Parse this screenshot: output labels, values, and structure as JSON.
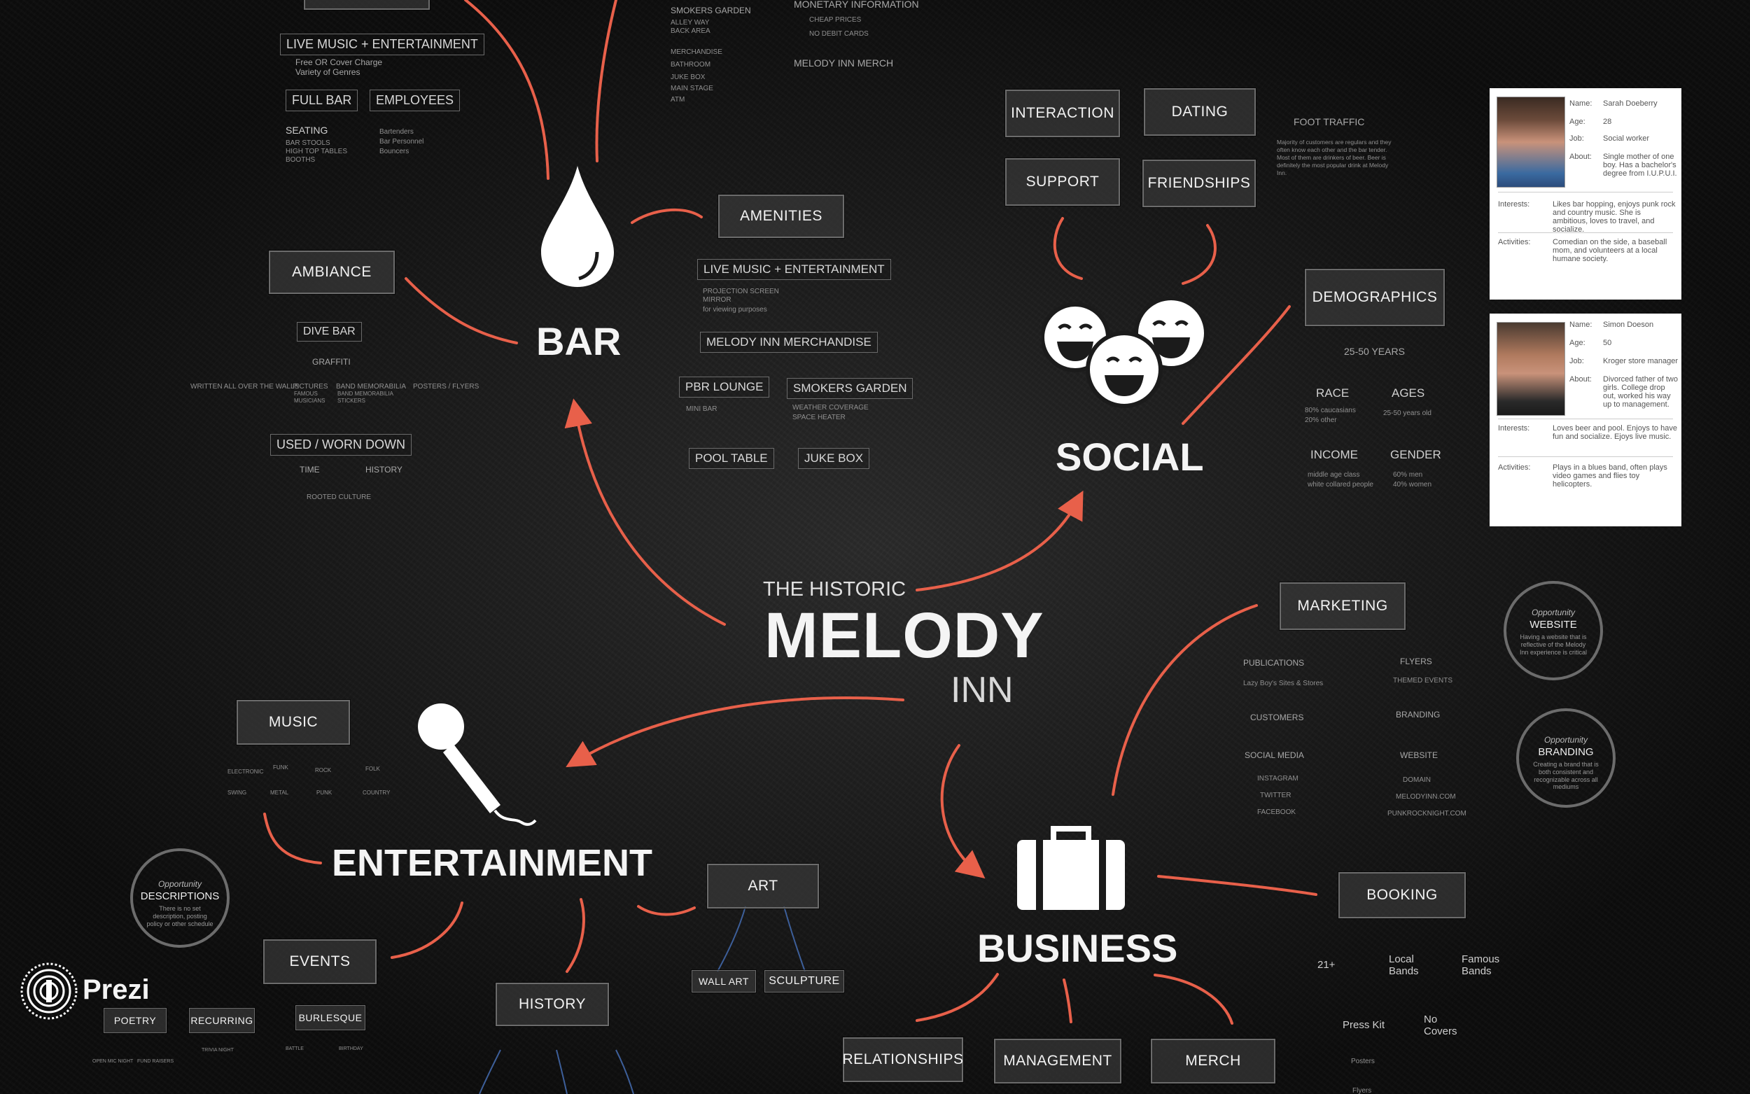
{
  "center": {
    "pre": "THE HISTORIC",
    "main": "MELODY",
    "post": "INN"
  },
  "hubs": {
    "bar": "BAR",
    "social": "SOCIAL",
    "entertainment": "ENTERTAINMENT",
    "business": "BUSINESS"
  },
  "bar": {
    "live_music": "LIVE MUSIC + ENTERTAINMENT",
    "live_music_sub": [
      "Free OR Cover Charge",
      "Variety of Genres"
    ],
    "full_bar": "FULL BAR",
    "employees": "EMPLOYEES",
    "employees_sub": [
      "Bartenders",
      "Bar Personnel",
      "Bouncers"
    ],
    "seating": "SEATING",
    "seating_sub": [
      "BAR STOOLS",
      "HIGH TOP TABLES",
      "BOOTHS"
    ],
    "ambiance": "AMBIANCE",
    "dive_bar": "DIVE BAR",
    "graffiti": "GRAFFITI",
    "graffiti_row": [
      "WRITTEN ALL OVER THE WALLS",
      "PICTURES",
      "BAND MEMORABILIA",
      "POSTERS / FLYERS"
    ],
    "graffiti_row_sub": [
      "FAMOUS",
      "MUSICIANS",
      "BAND MEMORABILIA",
      "STICKERS"
    ],
    "used": "USED / WORN DOWN",
    "time": "TIME",
    "history": "HISTORY",
    "rooted": "ROOTED CULTURE",
    "top_left": [
      "SMOKERS GARDEN",
      "ALLEY WAY",
      "BACK AREA",
      "MERCHANDISE",
      "BATHROOM",
      "JUKE BOX",
      "MAIN STAGE",
      "ATM"
    ],
    "monetary": "MONETARY INFORMATION",
    "monetary_sub": [
      "CHEAP PRICES",
      "NO DEBIT CARDS"
    ],
    "merch_top": "MELODY INN MERCH",
    "amenities": "AMENITIES",
    "am_live": "LIVE MUSIC + ENTERTAINMENT",
    "am_live_sub": [
      "PROJECTION SCREEN",
      "MIRROR",
      "for viewing purposes"
    ],
    "am_merch": "MELODY INN MERCHANDISE",
    "pbr": "PBR LOUNGE",
    "pbr_sub": "MINI BAR",
    "smokers": "SMOKERS GARDEN",
    "smokers_sub": [
      "WEATHER COVERAGE",
      "SPACE HEATER"
    ],
    "pool": "POOL TABLE",
    "juke": "JUKE BOX"
  },
  "social": {
    "interaction": "INTERACTION",
    "dating": "DATING",
    "support": "SUPPORT",
    "friendships": "FRIENDSHIPS",
    "foot_traffic": "FOOT TRAFFIC",
    "foot_traffic_text": "Majority of customers are regulars and they often know each other and the bar tender. Most of them are drinkers of beer. Beer is definitely the most popular drink at Melody Inn.",
    "demographics": "DEMOGRAPHICS",
    "years": "25-50 YEARS",
    "race": "RACE",
    "race_sub": [
      "80% caucasians",
      "20% other"
    ],
    "ages": "AGES",
    "ages_sub": "25-50 years old",
    "income": "INCOME",
    "income_sub": [
      "middle age class",
      "white collared people"
    ],
    "gender": "GENDER",
    "gender_sub": [
      "60% men",
      "40% women"
    ]
  },
  "personas": [
    {
      "name_k": "Name:",
      "name": "Sarah Doeberry",
      "age_k": "Age:",
      "age": "28",
      "job_k": "Job:",
      "job": "Social worker",
      "about_k": "About:",
      "about": "Single mother of one boy. Has a bachelor's degree from I.U.P.U.I.",
      "interests_k": "Interests:",
      "interests": "Likes bar hopping, enjoys punk rock and country music. She is ambitious, loves to travel, and socialize.",
      "activities_k": "Activities:",
      "activities": "Comedian on the side, a baseball mom, and volunteers at a local humane society."
    },
    {
      "name_k": "Name:",
      "name": "Simon Doeson",
      "age_k": "Age:",
      "age": "50",
      "job_k": "Job:",
      "job": "Kroger store manager",
      "about_k": "About:",
      "about": "Divorced father of two girls. College drop out, worked his way up to management.",
      "interests_k": "Interests:",
      "interests": "Loves beer and pool. Enjoys to have fun and socialize. Ejoys live music.",
      "activities_k": "Activities:",
      "activities": "Plays in a blues band, often plays video games and flies toy helicopters."
    }
  ],
  "business": {
    "marketing": "MARKETING",
    "publications": "PUBLICATIONS",
    "publications_sub": "Lazy Boy's Sites & Stores",
    "flyers": "FLYERS",
    "flyers_sub": "THEMED EVENTS",
    "customers": "CUSTOMERS",
    "branding_lbl": "BRANDING",
    "social_media": "SOCIAL MEDIA",
    "social_media_sub": [
      "INSTAGRAM",
      "TWITTER",
      "FACEBOOK"
    ],
    "website_lbl": "WEBSITE",
    "website_sub": [
      "DOMAIN",
      "MELODYINN.COM",
      "PUNKROCKNIGHT.COM"
    ],
    "booking": "BOOKING",
    "b21": "21+",
    "local": "Local Bands",
    "famous": "Famous Bands",
    "press": "Press Kit",
    "nocovers": "No Covers",
    "posters": "Posters",
    "flyers2": "Flyers",
    "relationships": "RELATIONSHIPS",
    "management": "MANAGEMENT",
    "merch": "MERCH"
  },
  "opportunities": {
    "label": "Opportunity",
    "website": "WEBSITE",
    "website_text": "Having a website that is reflective of the Melody Inn experience is critical",
    "branding": "BRANDING",
    "branding_text": "Creating a brand that is both consistent and recognizable across all mediums",
    "descriptions": "DESCRIPTIONS",
    "descriptions_text": "There is no set description, posting policy or other schedule"
  },
  "entertainment": {
    "music": "MUSIC",
    "genres": [
      "ROCK",
      "FOLK",
      "PUNK",
      "COUNTRY",
      "ELECTRONIC",
      "FUNK",
      "METAL",
      "SWING"
    ],
    "events": "EVENTS",
    "poetry": "POETRY",
    "recurring": "RECURRING",
    "burlesque": "BURLESQUE",
    "events_sub": [
      "OPEN MIC NIGHT",
      "FUND RAISERS",
      "BATTLE",
      "TRIVIA NIGHT",
      "BIRTHDAY"
    ],
    "art": "ART",
    "wall_art": "WALL ART",
    "sculpture": "SCULPTURE",
    "history": "HISTORY"
  },
  "brand": {
    "name": "Prezi"
  },
  "colors": {
    "accent": "#e8604a",
    "box_border": "#6b6b6b",
    "box_fill": "#3c3c3c",
    "background": "#1b1b1b",
    "link_blue": "#3d5f9a"
  }
}
